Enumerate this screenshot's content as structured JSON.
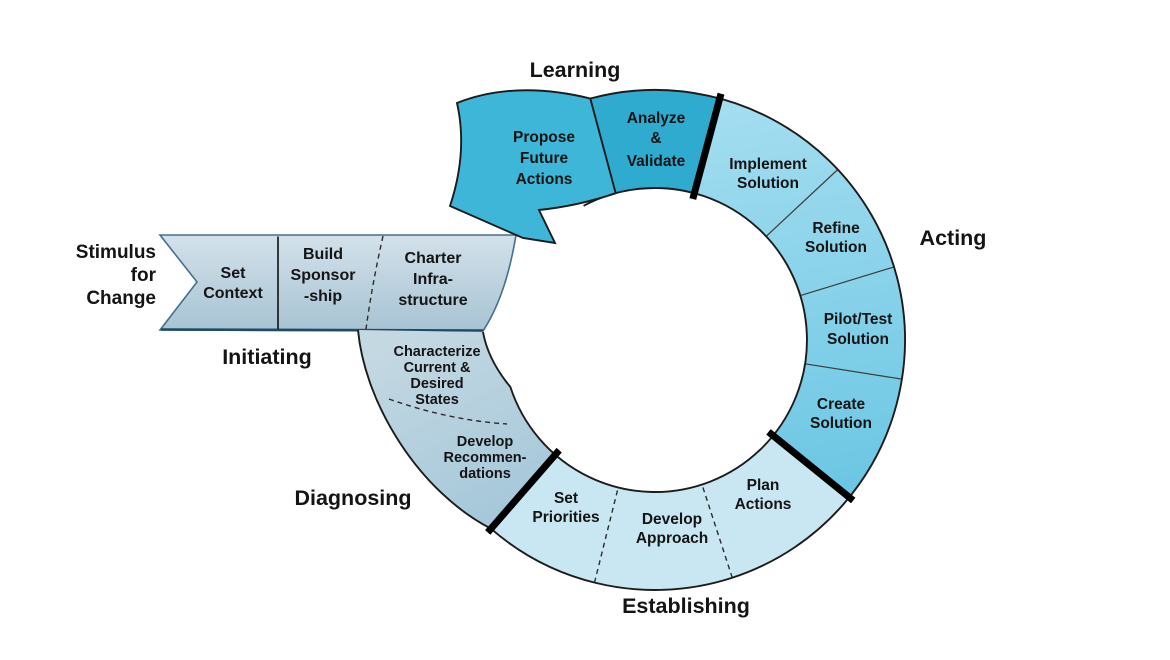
{
  "diagram": {
    "phases": {
      "learning": "Learning",
      "acting": "Acting",
      "establishing": "Establishing",
      "diagnosing": "Diagnosing",
      "initiating": "Initiating"
    },
    "stimulus": {
      "l1": "Stimulus",
      "l2": "for",
      "l3": "Change"
    },
    "steps": {
      "set_context": {
        "l1": "Set",
        "l2": "Context"
      },
      "build_sponsorship": {
        "l1": "Build",
        "l2": "Sponsor",
        "l3": "-ship"
      },
      "charter_infrastructure": {
        "l1": "Charter",
        "l2": "Infra-",
        "l3": "structure"
      },
      "characterize": {
        "l1": "Characterize",
        "l2": "Current &",
        "l3": "Desired",
        "l4": "States"
      },
      "develop_recommendations": {
        "l1": "Develop",
        "l2": "Recommen-",
        "l3": "dations"
      },
      "set_priorities": {
        "l1": "Set",
        "l2": "Priorities"
      },
      "develop_approach": {
        "l1": "Develop",
        "l2": "Approach"
      },
      "plan_actions": {
        "l1": "Plan",
        "l2": "Actions"
      },
      "create_solution": {
        "l1": "Create",
        "l2": "Solution"
      },
      "pilot_test_solution": {
        "l1": "Pilot/Test",
        "l2": "Solution"
      },
      "refine_solution": {
        "l1": "Refine",
        "l2": "Solution"
      },
      "implement_solution": {
        "l1": "Implement",
        "l2": "Solution"
      },
      "analyze_validate": {
        "l1": "Analyze",
        "l2": "&",
        "l3": "Validate"
      },
      "propose_future_actions": {
        "l1": "Propose",
        "l2": "Future",
        "l3": "Actions"
      }
    },
    "colors": {
      "learning_propose": "#3eb6d7",
      "learning_analyze": "#2fabd0",
      "acting_light": "#a3ddf0",
      "acting_dark": "#6ac6e3",
      "establishing": "#c9e7f3",
      "diagnosing_light": "#c4d8e2",
      "diagnosing_dark": "#a2c6d9",
      "banner_light": "#d3e1ea",
      "banner_dark": "#a7c3d3",
      "outline": "#1c1c1c",
      "phase_divider": "#000000",
      "text": "#141414",
      "background": "#ffffff"
    }
  }
}
